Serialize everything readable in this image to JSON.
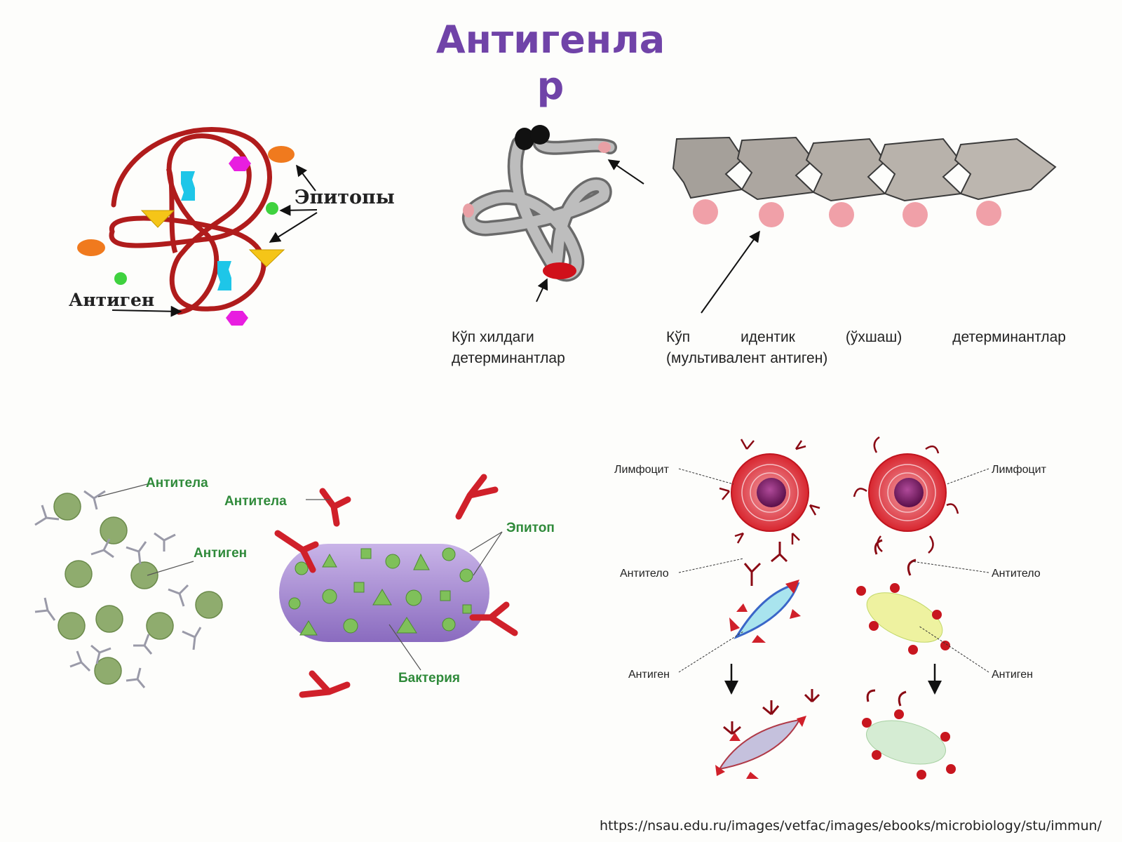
{
  "title": {
    "line1": "Антигенла",
    "line2": "р"
  },
  "figure1": {
    "label_epitopes": "Эпитопы",
    "label_antigen": "Антиген"
  },
  "figure2": {
    "caption_left_line1": "Кўп  хилдаги",
    "caption_left_line2": "детерминантлар",
    "caption_right_words": [
      "Кўп",
      "идентик",
      "(ўхшаш)",
      "детерминантлар"
    ],
    "caption_right_line2": "(мультивалент антиген)"
  },
  "figure3": {
    "label_antibodies_1": "Антитела",
    "label_antibodies_2": "Антитела",
    "label_antigen": "Антиген",
    "label_epitope": "Эпитоп",
    "label_bacteria": "Бактерия"
  },
  "figure4": {
    "lymphocyte_left": "Лимфоцит",
    "lymphocyte_right": "Лимфоцит",
    "antibody_left": "Антитело",
    "antibody_right": "Антитело",
    "antigen_left": "Антиген",
    "antigen_right": "Антиген"
  },
  "source_url": "https://nsau.edu.ru/images/vetfac/images/ebooks/microbiology/stu/immun/",
  "colors": {
    "title": "#7043a8",
    "strand": "#b01c1c",
    "green_label": "#2f8a3a",
    "antibody_red": "#d0202a"
  }
}
